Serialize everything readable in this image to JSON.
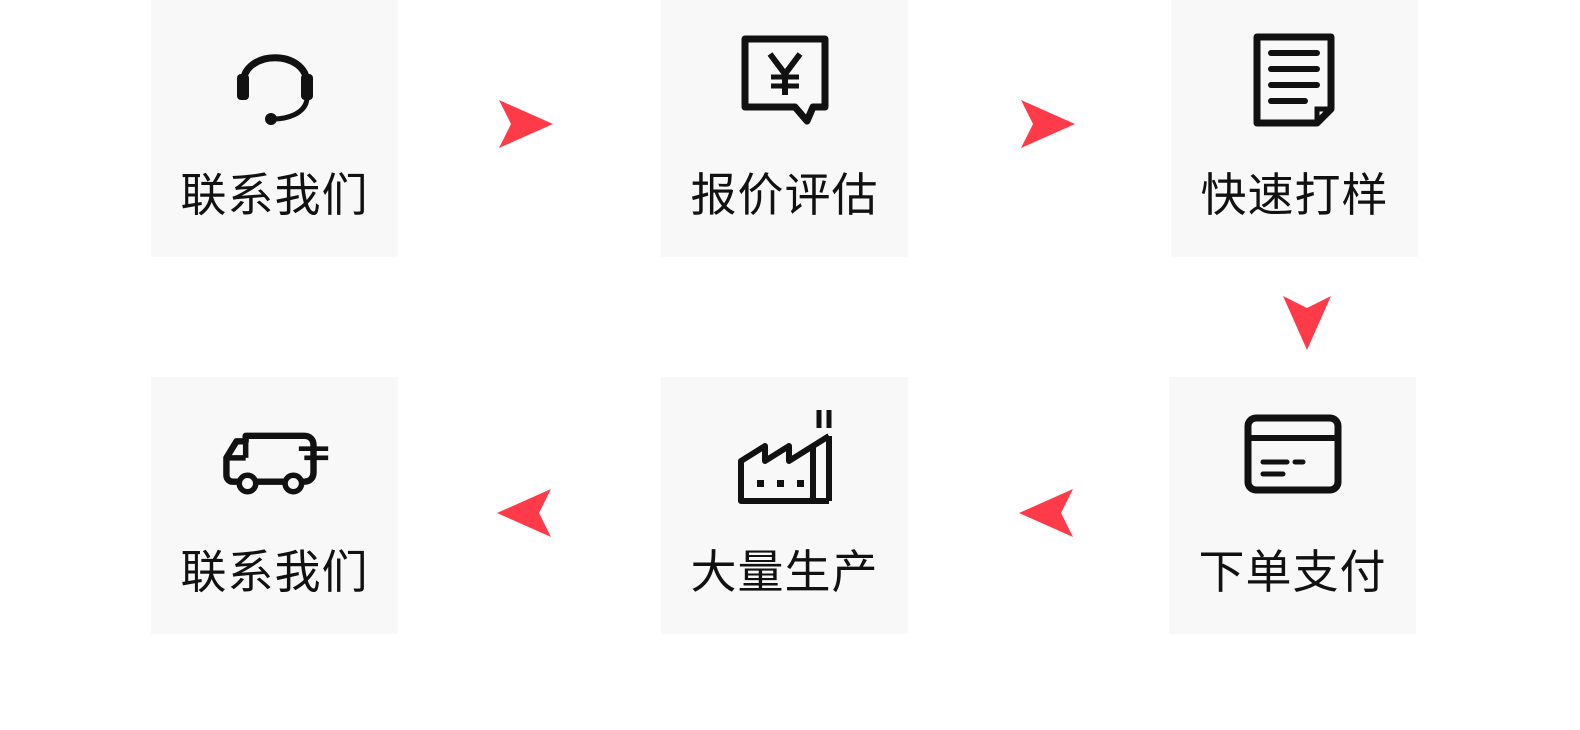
{
  "steps": [
    {
      "label": "联系我们",
      "icon": "headset-icon"
    },
    {
      "label": "报价评估",
      "icon": "yuan-quote-icon"
    },
    {
      "label": "快速打样",
      "icon": "document-icon"
    },
    {
      "label": "下单支付",
      "icon": "credit-card-icon"
    },
    {
      "label": "大量生产",
      "icon": "factory-icon"
    },
    {
      "label": "联系我们",
      "icon": "delivery-truck-icon"
    }
  ],
  "colors": {
    "arrow": "#ff3b4a",
    "card_bg": "#f8f8f8",
    "icon": "#111111"
  }
}
